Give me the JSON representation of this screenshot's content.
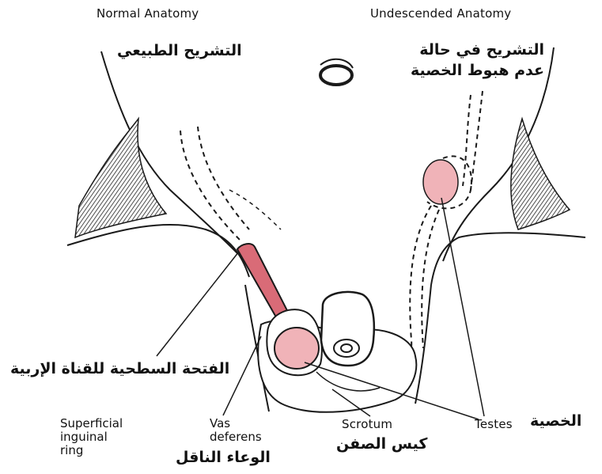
{
  "headings": {
    "normal_en": "Normal Anatomy",
    "normal_ar": "التشريح الطبيعي",
    "undescended_en": "Undescended Anatomy",
    "undescended_ar_line1": "التشريح في حالة",
    "undescended_ar_line2": "عدم هبوط الخصية"
  },
  "labels": {
    "ring_ar": "الفتحة السطحية للقناة الإربية",
    "ring_en_1": "Superficial",
    "ring_en_2": "inguinal",
    "ring_en_3": "ring",
    "vas_en_1": "Vas",
    "vas_en_2": "deferens",
    "vas_ar": "الوعاء الناقل",
    "scrotum_en": "Scrotum",
    "scrotum_ar": "كيس الصفن",
    "testes_en": "Testes",
    "testes_ar": "الخصية"
  },
  "colors": {
    "line": "#1a1a1a",
    "testis_fill": "#f0b3b8",
    "vas_fill": "#d96b77",
    "skin": "#ffffff"
  }
}
